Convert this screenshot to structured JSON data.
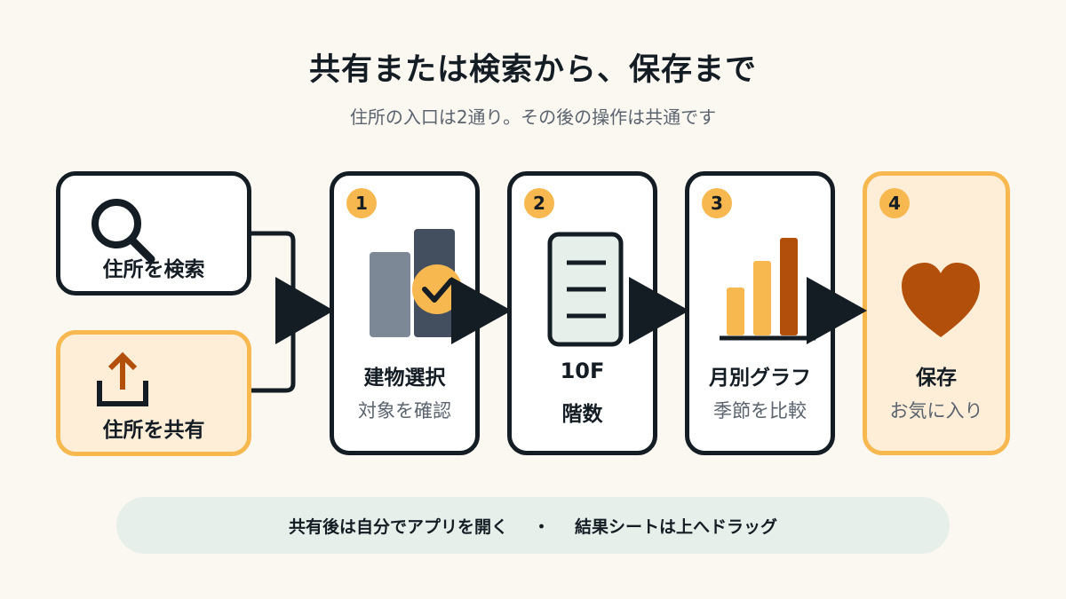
{
  "header": {
    "title": "共有または検索から、保存まで",
    "subtitle": "住所の入口は2通り。その後の操作は共通です"
  },
  "entries": [
    {
      "label": "住所を検索",
      "icon": "search-icon"
    },
    {
      "label": "住所を共有",
      "icon": "share-icon"
    }
  ],
  "steps": [
    {
      "number": "1",
      "title": "建物選択",
      "subtitle": "対象を確認",
      "icon": "building-select-icon"
    },
    {
      "number": "2",
      "title": "10F",
      "subtitle": "階数",
      "icon": "document-icon"
    },
    {
      "number": "3",
      "title": "月別グラフ",
      "subtitle": "季節を比較",
      "icon": "bar-chart-icon"
    },
    {
      "number": "4",
      "title": "保存",
      "subtitle": "お気に入り",
      "icon": "heart-icon"
    }
  ],
  "footer": {
    "left": "共有後は自分でアプリを開く",
    "separator": "・",
    "right": "結果シートは上へドラッグ"
  },
  "colors": {
    "background": "#fbf8f2",
    "ink": "#141c24",
    "accent": "#f7b84f",
    "accent_fill": "#feeed8",
    "brown": "#b14f0b",
    "footer_bg": "#e6efea"
  }
}
